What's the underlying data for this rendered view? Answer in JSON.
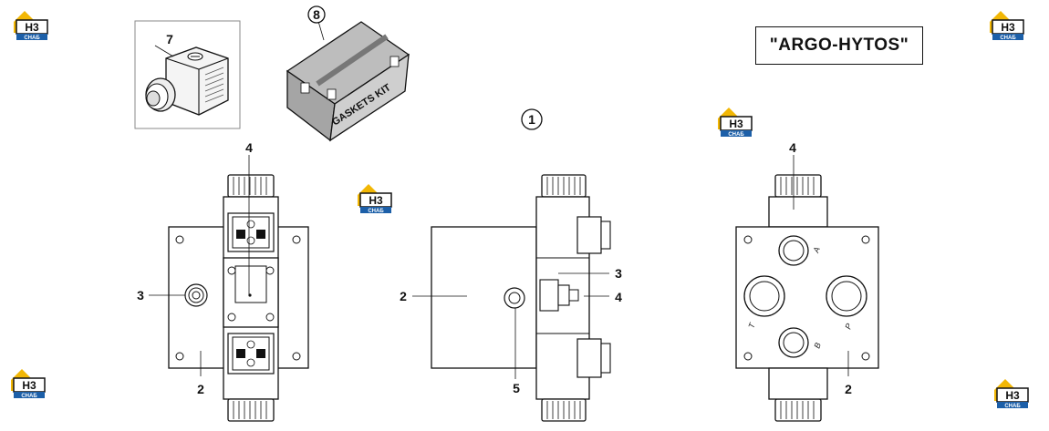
{
  "brand": "\"ARGO-HYTOS\"",
  "kit_text": "GASKETS KIT",
  "logo": {
    "mark": "H3",
    "sub": "СНАБ"
  },
  "callouts": [
    "1",
    "2",
    "3",
    "4",
    "5",
    "7",
    "8"
  ],
  "ports": {
    "a": "A",
    "b": "B",
    "p": "P",
    "t": "T"
  }
}
